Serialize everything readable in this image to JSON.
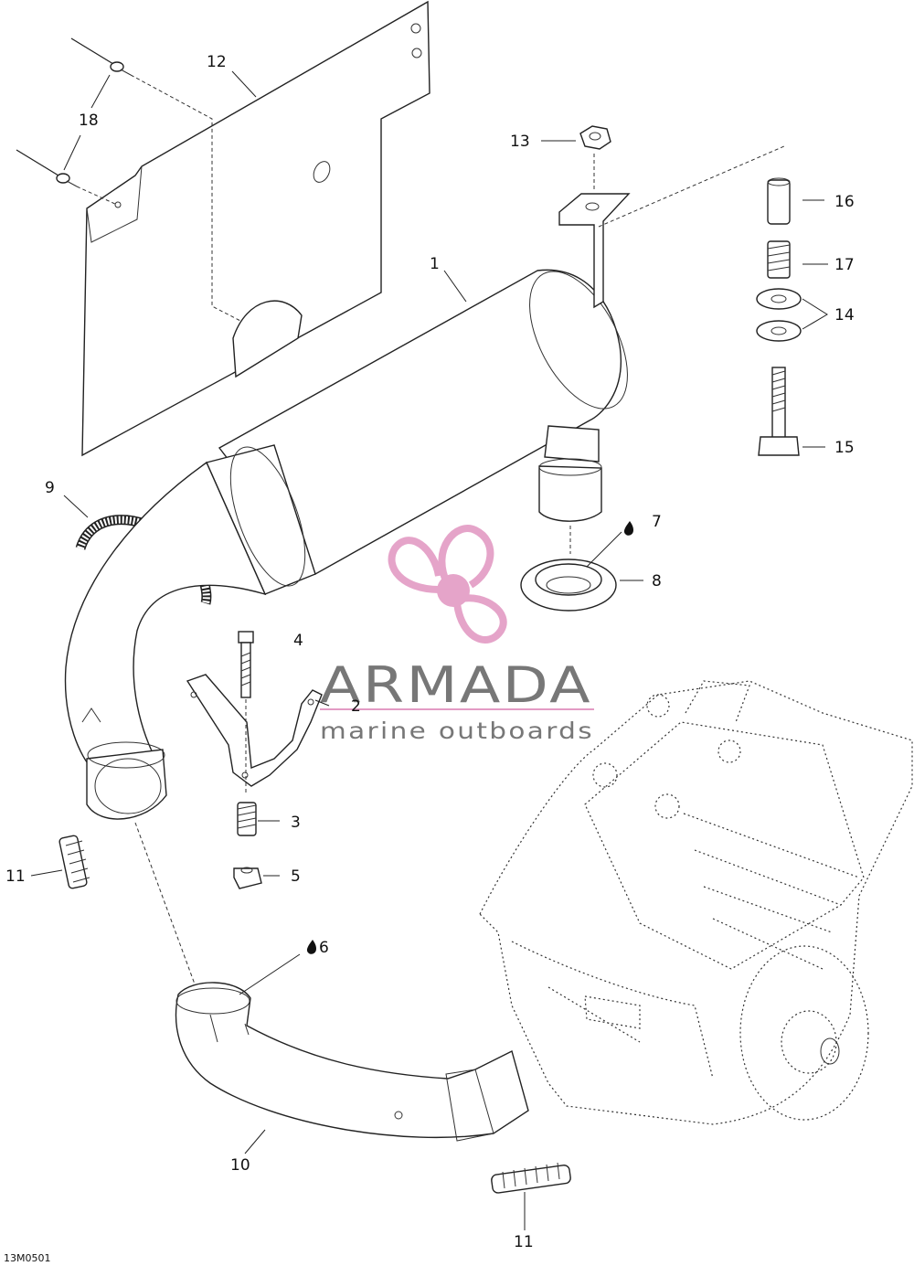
{
  "diagram": {
    "reference_code": "13M0501",
    "callouts": {
      "c1": "1",
      "c2": "2",
      "c3": "3",
      "c4": "4",
      "c5": "5",
      "c6": "6",
      "c7": "7",
      "c8": "8",
      "c9": "9",
      "c10": "10",
      "c11a": "11",
      "c11b": "11",
      "c12": "12",
      "c13": "13",
      "c14": "14",
      "c15": "15",
      "c16": "16",
      "c17": "17",
      "c18": "18"
    }
  },
  "watermark": {
    "title": "ARMADA",
    "subtitle": "marine outboards",
    "logo_color": "#e39bc4",
    "text_color": "#777777"
  }
}
